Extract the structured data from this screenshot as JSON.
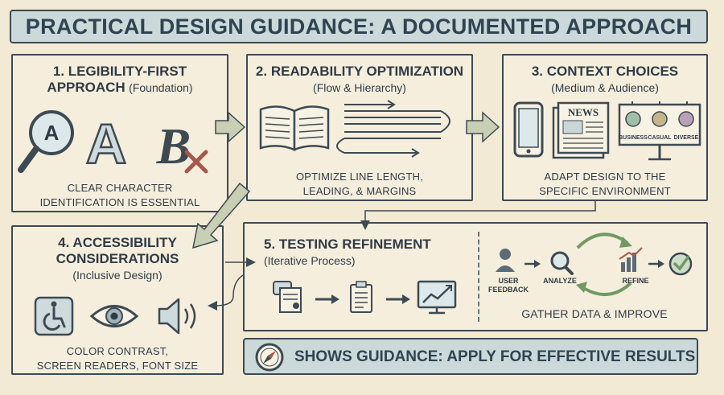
{
  "title": "PRACTICAL DESIGN GUIDANCE: A DOCUMENTED APPROACH",
  "panels": {
    "legibility": {
      "heading_line1": "1. LEGIBILITY-FIRST",
      "heading_line2": "APPROACH",
      "heading_sub": "(Foundation)",
      "glyph_a_small": "A",
      "glyph_a_large": "A",
      "glyph_b": "B",
      "caption_line1": "CLEAR CHARACTER",
      "caption_line2": "IDENTIFICATION IS ESSENTIAL"
    },
    "readability": {
      "heading": "2. READABILITY OPTIMIZATION",
      "heading_sub": "(Flow & Hierarchy)",
      "caption_line1": "OPTIMIZE LINE LENGTH,",
      "caption_line2": "LEADING, & MARGINS"
    },
    "context": {
      "heading": "3. CONTEXT CHOICES",
      "heading_sub": "(Medium & Audience)",
      "newspaper_label": "NEWS",
      "billboard_labels": [
        "BUSINESS",
        "CASUAL",
        "DIVERSE"
      ],
      "caption_line1": "ADAPT DESIGN TO THE",
      "caption_line2": "SPECIFIC ENVIRONMENT"
    },
    "accessibility": {
      "heading_line1": "4. ACCESSIBILITY",
      "heading_line2": "CONSIDERATIONS",
      "heading_sub": "(Inclusive Design)",
      "caption_line1": "COLOR CONTRAST,",
      "caption_line2": "SCREEN READERS, FONT SIZE"
    },
    "testing": {
      "heading": "5. TESTING REFINEMENT",
      "heading_sub": "(Iterative Process)",
      "cycle_labels": {
        "user": "USER",
        "feedback": "FEEDBACK",
        "analyze": "ANALYZE",
        "refine": "REFINE"
      },
      "caption": "GATHER DATA & IMPROVE"
    }
  },
  "guidance": "SHOWS GUIDANCE: APPLY FOR EFFECTIVE RESULTS",
  "colors": {
    "background": "#f3ead6",
    "title_fill": "#cbd9db",
    "outline": "#3d4a52",
    "arrow_fill": "#c9cfb4",
    "accent_red": "#a8574c",
    "accent_green": "#6f9a63"
  },
  "icons": [
    "magnifier-icon",
    "letter-a-icon",
    "blackletter-b-icon",
    "open-book-icon",
    "text-flow-icon",
    "phone-icon",
    "newspaper-icon",
    "billboard-icon",
    "wheelchair-icon",
    "eye-icon",
    "speaker-icon",
    "feedback-icon",
    "clipboard-icon",
    "chart-monitor-icon",
    "user-icon",
    "bar-chart-icon",
    "checkmark-icon",
    "compass-icon"
  ]
}
